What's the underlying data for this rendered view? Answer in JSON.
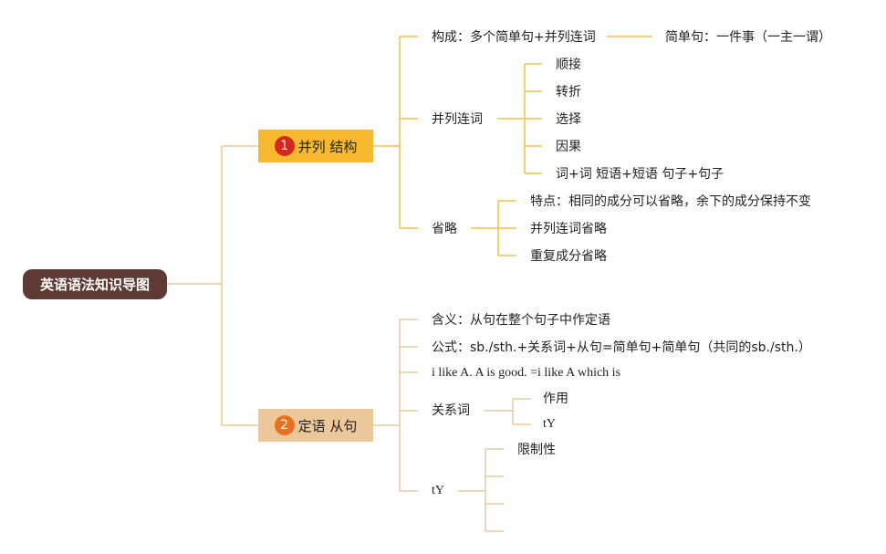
{
  "root": {
    "label": "英语语法知识导图"
  },
  "branch1": {
    "number": "1",
    "label": "并列 结构",
    "structure": {
      "label": "构成：多个简单句+并列连词",
      "child": "简单句：一件事（一主一谓）"
    },
    "conjunctions": {
      "label": "并列连词",
      "items": [
        "顺接",
        "转折",
        "选择",
        "因果",
        "词+词 短语+短语 句子+句子"
      ]
    },
    "omission": {
      "label": "省略",
      "items": [
        "特点：相同的成分可以省略，余下的成分保持不变",
        "并列连词省略",
        "重复成分省略"
      ]
    }
  },
  "branch2": {
    "number": "2",
    "label": "定语 从句",
    "meaning": "含义：从句在整个句子中作定语",
    "formula": "公式：sb./sth.+关系词+从句=简单句+简单句（共同的sb./sth.）",
    "example": "i like A. A is good. =i like A which is",
    "relative": {
      "label": "关系词",
      "items": [
        "作用",
        "tY"
      ]
    },
    "ty": {
      "label": "tY",
      "items": [
        "限制性"
      ]
    }
  },
  "colors": {
    "root_bg": "#5e3a33",
    "branch1_bg": "#f5b82e",
    "branch2_bg": "#ecc79a",
    "line1": "#f2c14a",
    "line2": "#e8c9a0"
  }
}
